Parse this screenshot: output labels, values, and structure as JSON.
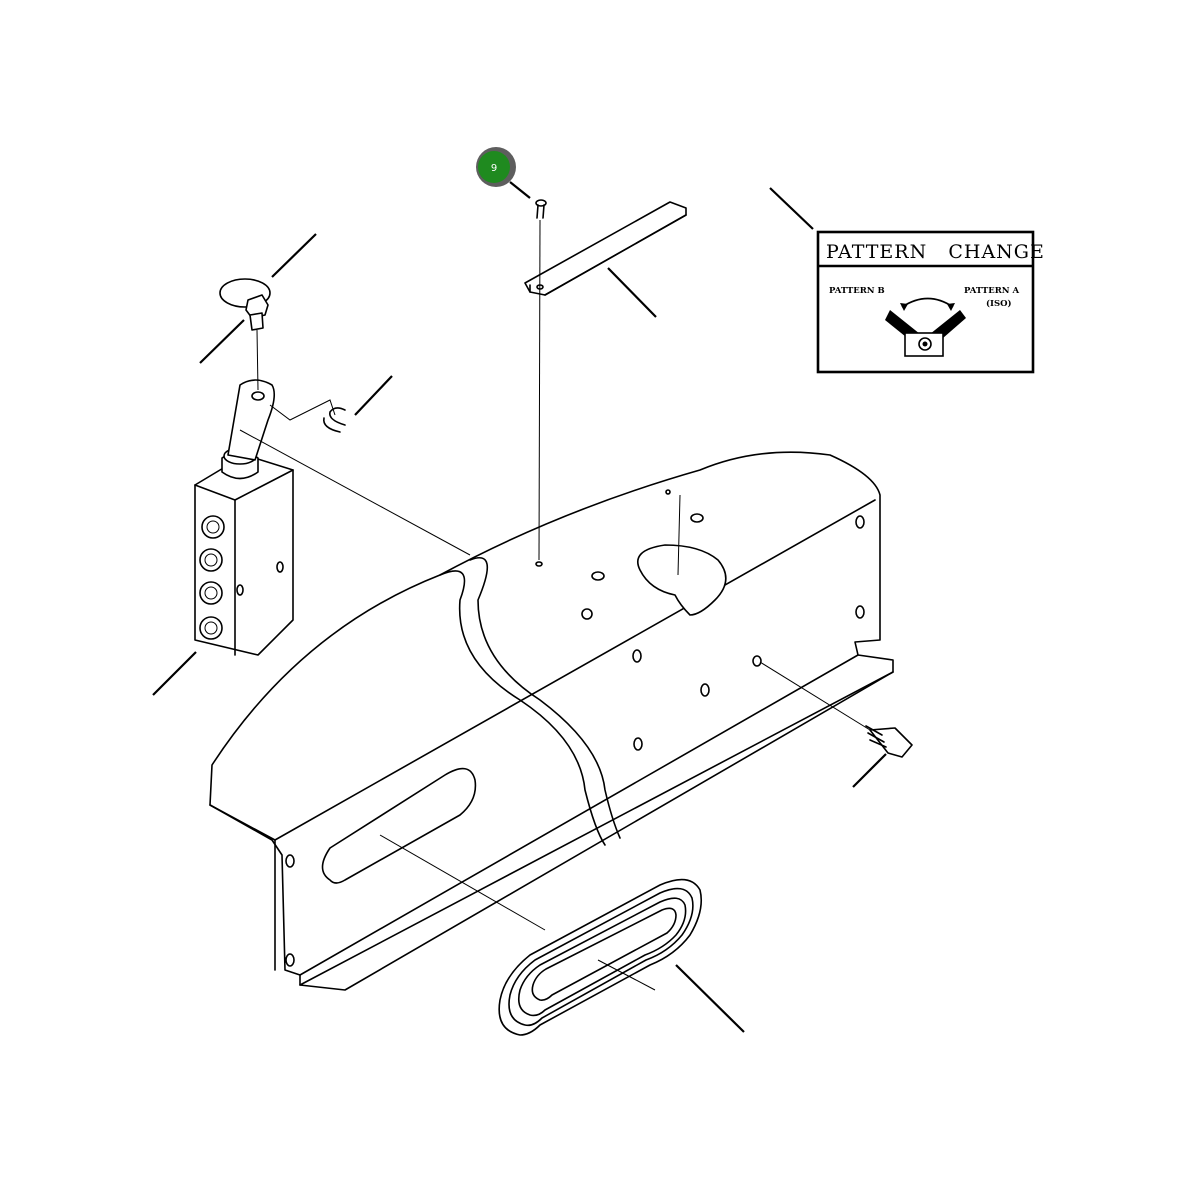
{
  "callout": {
    "number": "9",
    "color": "#1f8a1f",
    "ring_color": "#6a6a6a"
  },
  "decal": {
    "title": "PATTERN   CHANGE",
    "left_label": "PATTERN B",
    "right_label": "PATTERN A",
    "right_sub": "(ISO)"
  },
  "colors": {
    "line": "#000000",
    "background": "#ffffff"
  }
}
